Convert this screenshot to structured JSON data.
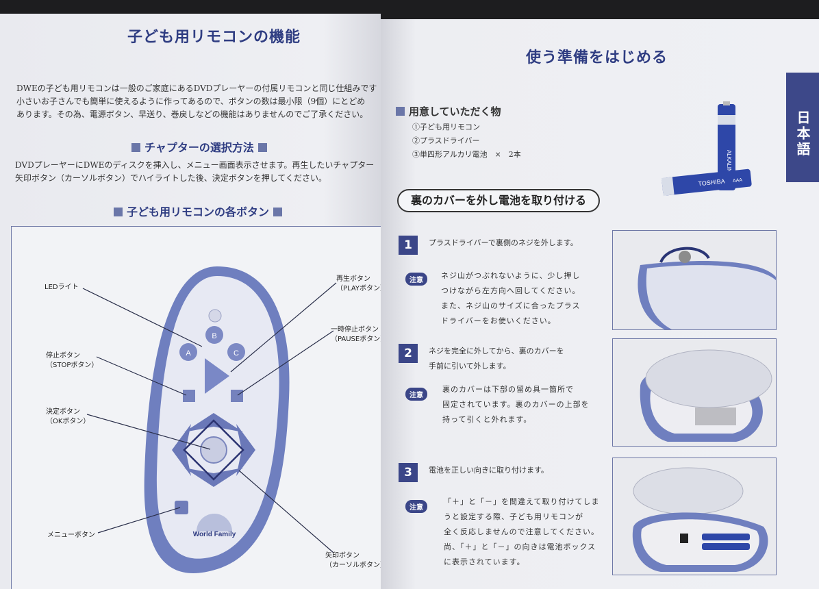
{
  "left": {
    "title": "子ども用リモコンの機能",
    "intro": [
      "DWEの子ども用リモコンは一般のご家庭にあるDVDプレーヤーの付属リモコンと同じ仕組みです",
      "小さいお子さんでも簡単に使えるように作ってあるので、ボタンの数は最小限（9個）にとどめ",
      "あります。その為、電源ボタン、早送り、巻戻しなどの機能はありませんのでご了承ください。"
    ],
    "chapter_heading": "チャプターの選択方法",
    "chapter_text": [
      "DVDプレーヤーにDWEのディスクを挿入し、メニュー画面表示させます。再生したいチャプター",
      "矢印ボタン（カーソルボタン）でハイライトした後、決定ボタンを押してください。"
    ],
    "buttons_heading": "子ども用リモコンの各ボタン",
    "labels": {
      "led": "LEDライト",
      "play1": "再生ボタン",
      "play2": "（PLAYボタン）",
      "pause1": "一時停止ボタン",
      "pause2": "（PAUSEボタン）",
      "stop1": "停止ボタン",
      "stop2": "（STOPボタン）",
      "ok1": "決定ボタン",
      "ok2": "（OKボタン）",
      "menu": "メニューボタン",
      "arrow1": "矢印ボタン",
      "arrow2": "（カーソルボタン）"
    },
    "remote": {
      "btn_a": "A",
      "btn_b": "B",
      "btn_c": "C",
      "logo": "World Family"
    }
  },
  "right": {
    "title": "使う準備をはじめる",
    "side_tab": "日本語",
    "prep_heading": "用意していただく物",
    "prep_items": [
      "①子ども用リモコン",
      "②プラスドライバー",
      "③単四形アルカリ電池　×　2本"
    ],
    "battery_text": [
      "ALKALINE",
      "TOSHIBA",
      "AAA"
    ],
    "section_title": "裏のカバーを外し電池を取り付ける",
    "note_label": "注意",
    "steps": [
      {
        "num": "1",
        "desc": [
          "プラスドライバーで裏側のネジを外します。"
        ],
        "note": [
          "ネジ山がつぶれないように、少し押し",
          "つけながら左方向へ回してください。",
          "また、ネジ山のサイズに合ったプラス",
          "ドライバーをお使いください。"
        ]
      },
      {
        "num": "2",
        "desc": [
          "ネジを完全に外してから、裏のカバーを",
          "手前に引いて外します。"
        ],
        "note": [
          "裏のカバーは下部の留め具一箇所で",
          "固定されています。裏のカバーの上部を",
          "持って引くと外れます。"
        ]
      },
      {
        "num": "3",
        "desc": [
          "電池を正しい向きに取り付けます。"
        ],
        "note": [
          "「＋」と「－」を間違えて取り付けてしま",
          "うと設定する際、子ども用リモコンが",
          "全く反応しませんので注意してください。",
          "尚、「＋」と「－」の向きは電池ボックス",
          "に表示されています。"
        ]
      }
    ]
  },
  "colors": {
    "accent": "#2f3d82",
    "badge": "#3b4688",
    "remote_body": "#6f7fbf"
  }
}
